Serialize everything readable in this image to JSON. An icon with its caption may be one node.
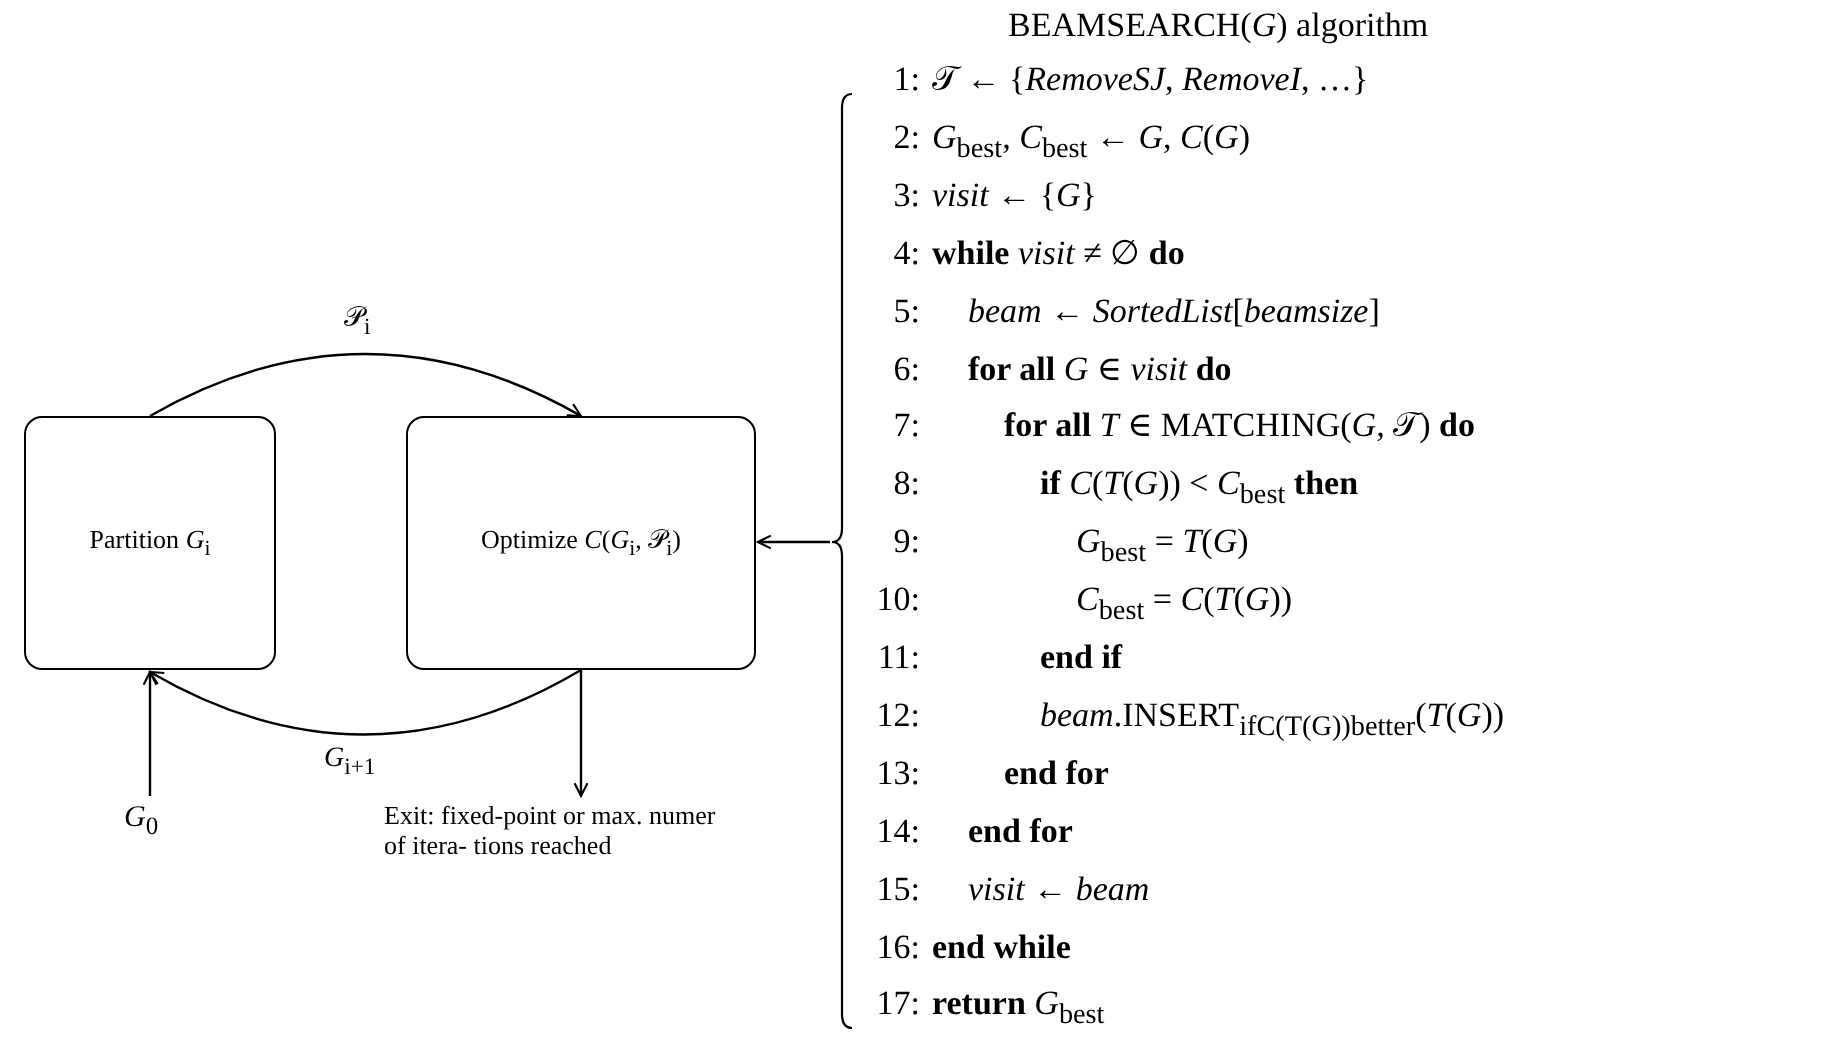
{
  "diagram": {
    "nodes": [
      {
        "text": [
          "Partition *G*$_{i}$"
        ]
      },
      {
        "text": [
          "Optimize *C*(*G*$_{i}$, 𝒫$_{i}$)"
        ]
      },
      {
        "text": [
          "*G*$_{0}$"
        ]
      },
      {
        "text": [
          "Exit: fixed-point or max. numer of itera- tions reached"
        ]
      },
      {
        "text": [
          "BEAMSEARCH(*G*) algorithm",
          "1: 𝒯 ← {*RemoveSJ*, *RemoveI*, …}",
          "2: *G*$_{best}$, *C*$_{best}$ ← *G*, *C*(*G*)",
          "3: *visit* ← {*G*}",
          "4: **while** *visit* ≠ ∅ **do**",
          "5: *beam* ← *SortedList*[*beamsize*]",
          "6: **for all** *G* ∈ *visit* **do**",
          "7: **for all** *T* ∈ MATCHING(*G*, 𝒯) **do**",
          "8: **if** *C*(*T*(*G*)) < *C*$_{best}$ **then**",
          "9: *G*$_{best}$ = *T*(*G*)",
          "10: *C*$_{best}$ = *C*(*T*(*G*))",
          "11: **end if**",
          "12: *beam*.INSERT$_{ifC(T(G))better}$(*T*(*G*))",
          "13: **end for**",
          "14: **end for**",
          "15: *visit* ← *beam*",
          "16: **end while**",
          "17: **return** *G*$_{best}$"
        ]
      }
    ],
    "edges": [
      {
        "from": 0,
        "to": 1,
        "arrow": "to",
        "label": "𝒫$_{i}$"
      },
      {
        "from": 1,
        "to": 0,
        "arrow": "to",
        "label": "*G*$_{i+1}$"
      },
      {
        "from": 2,
        "to": 0,
        "arrow": "to"
      },
      {
        "from": 1,
        "to": 3,
        "arrow": "to"
      },
      {
        "from": 4,
        "to": 1,
        "arrow": "to"
      }
    ]
  }
}
